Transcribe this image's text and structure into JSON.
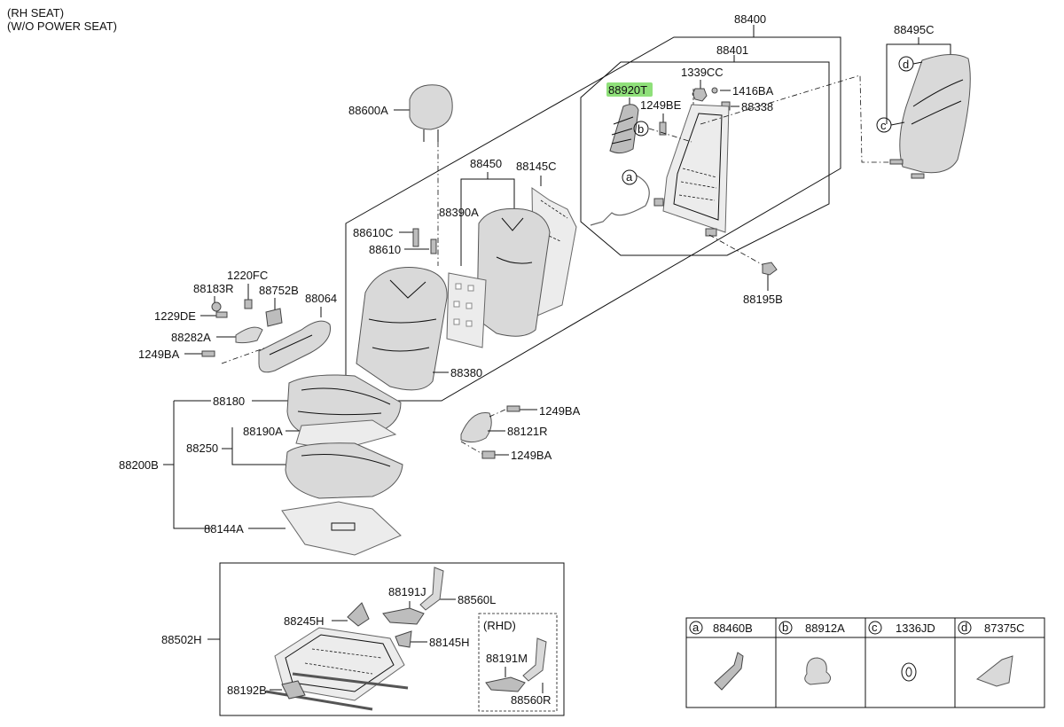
{
  "header": {
    "line1": "(RH SEAT)",
    "line2": "(W/O POWER SEAT)"
  },
  "labels": {
    "p88400": "88400",
    "p88401": "88401",
    "p1339CC": "1339CC",
    "p88920T": "88920T",
    "p1416BA": "1416BA",
    "p1249BE": "1249BE",
    "p88338": "88338",
    "p88495C": "88495C",
    "p88600A": "88600A",
    "p88450": "88450",
    "p88145C": "88145C",
    "p88390A": "88390A",
    "p88610C": "88610C",
    "p88610": "88610",
    "p88195B": "88195B",
    "p1220FC": "1220FC",
    "p88183R": "88183R",
    "p88752B": "88752B",
    "p88064": "88064",
    "p1229DE": "1229DE",
    "p88282A": "88282A",
    "p1249BA_a": "1249BA",
    "p88380": "88380",
    "p88180": "88180",
    "p1249BA_b": "1249BA",
    "p88190A": "88190A",
    "p88121R": "88121R",
    "p88250": "88250",
    "p1249BA_c": "1249BA",
    "p88200B": "88200B",
    "p88144A": "88144A",
    "p88191J": "88191J",
    "p88560L": "88560L",
    "p88245H": "88245H",
    "p88145H": "88145H",
    "rhd": "(RHD)",
    "p88502H": "88502H",
    "p88191M": "88191M",
    "p88192B": "88192B",
    "p88560R": "88560R"
  },
  "callouts": {
    "a": "a",
    "b": "b",
    "c": "c",
    "d": "d"
  },
  "legend": [
    {
      "key": "a",
      "part": "88460B"
    },
    {
      "key": "b",
      "part": "88912A"
    },
    {
      "key": "c",
      "part": "1336JD"
    },
    {
      "key": "d",
      "part": "87375C"
    }
  ],
  "highlight": {
    "part": "88920T",
    "color": "#8fe07a"
  }
}
